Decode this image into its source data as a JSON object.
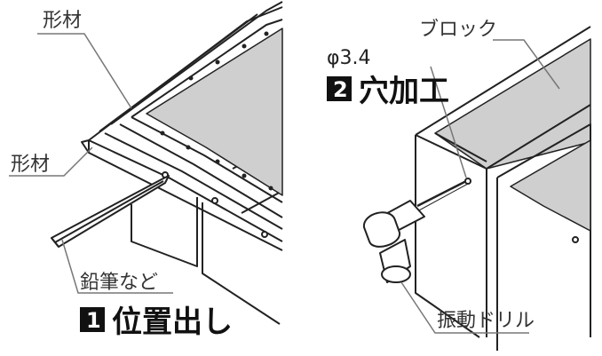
{
  "left_panel": {
    "label_frame_top": "形材",
    "label_frame_side": "形材",
    "label_pencil": "鉛筆など",
    "step": {
      "number": "1",
      "title": "位置出し"
    }
  },
  "right_panel": {
    "label_block": "ブロック",
    "diameter": "φ3.4",
    "step": {
      "number": "2",
      "title": "穴加工"
    },
    "label_drill": "振動ドリル"
  },
  "colors": {
    "line": "#222222",
    "top_fill": "#cfcfcf",
    "leader": "#777777"
  }
}
